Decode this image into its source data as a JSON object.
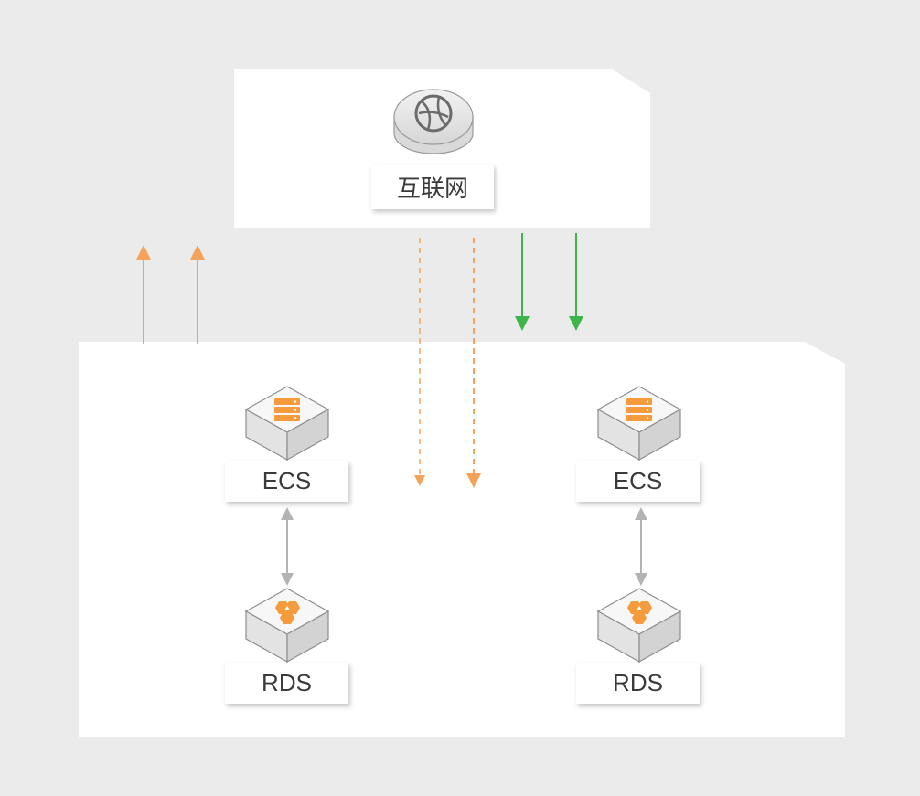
{
  "internet": {
    "label": "互联网",
    "icon": "globe-icon"
  },
  "nodes": [
    {
      "label": "ECS",
      "icon": "server-icon"
    },
    {
      "label": "RDS",
      "icon": "database-icon"
    },
    {
      "label": "ECS",
      "icon": "server-icon"
    },
    {
      "label": "RDS",
      "icon": "database-icon"
    }
  ],
  "colors": {
    "background": "#ebebeb",
    "panel": "#ffffff",
    "orange_arrow": "#f5a35a",
    "green_arrow": "#3cb54a",
    "gray_arrow": "#b3b3b3",
    "icon_orange": "#f59b3b"
  }
}
